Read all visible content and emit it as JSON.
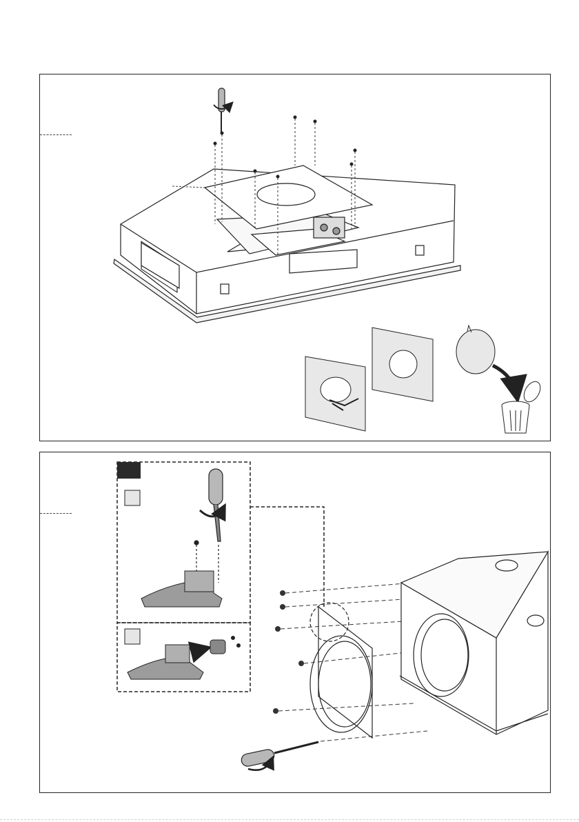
{
  "colors": {
    "line": "#222222",
    "plate_fill": "#e8e8e8",
    "step_dark": "#2a2a2a",
    "step_light": "#e6e6e6",
    "bracket_fill": "#9c9c9c",
    "knob_fill": "#b8b8b8"
  },
  "panels": [
    {
      "name": "hood-top-plate-removal-panel",
      "steps": []
    },
    {
      "name": "duct-flange-mounting-panel",
      "steps": [
        "step-dark",
        "step-light-1",
        "step-light-2"
      ]
    }
  ]
}
